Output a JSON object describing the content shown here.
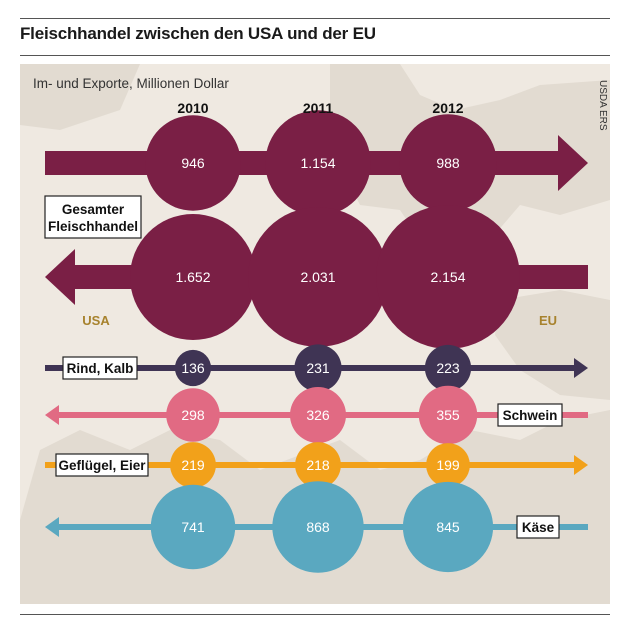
{
  "title": "Fleischhandel zwischen den USA und der EU",
  "subtitle": "Im- und Exporte, Millionen Dollar",
  "source": "USDA ERS",
  "colors": {
    "gesamt": "#7a1f45",
    "rind": "#3f3454",
    "schwein": "#e16a83",
    "gefluegel": "#f2a11a",
    "kaese": "#5aa8c0",
    "region_label": "#a7822d"
  },
  "chart_data": {
    "type": "bubble",
    "title": "Fleischhandel zwischen den USA und der EU",
    "subtitle": "Im- und Exporte, Millionen Dollar",
    "unit": "Millionen Dollar",
    "years": [
      "2010",
      "2011",
      "2012"
    ],
    "origin_label": "USA",
    "destination_label": "EU",
    "rows": [
      {
        "key": "gesamt_export",
        "direction": "USA→EU",
        "label": "",
        "color_key": "gesamt",
        "values": [
          946,
          1154,
          988
        ],
        "value_labels": [
          "946",
          "1.154",
          "988"
        ]
      },
      {
        "key": "gesamt_import",
        "direction": "EU→USA",
        "label": "Gesamter Fleischhandel",
        "color_key": "gesamt",
        "values": [
          1652,
          2031,
          2154
        ],
        "value_labels": [
          "1.652",
          "2.031",
          "2.154"
        ]
      },
      {
        "key": "rind",
        "direction": "USA→EU",
        "label": "Rind, Kalb",
        "color_key": "rind",
        "values": [
          136,
          231,
          223
        ],
        "value_labels": [
          "136",
          "231",
          "223"
        ]
      },
      {
        "key": "schwein",
        "direction": "EU→USA",
        "label": "Schwein",
        "color_key": "schwein",
        "values": [
          298,
          326,
          355
        ],
        "value_labels": [
          "298",
          "326",
          "355"
        ]
      },
      {
        "key": "gefluegel",
        "direction": "USA→EU",
        "label": "Geflügel, Eier",
        "color_key": "gefluegel",
        "values": [
          219,
          218,
          199
        ],
        "value_labels": [
          "219",
          "218",
          "199"
        ]
      },
      {
        "key": "kaese",
        "direction": "EU→USA",
        "label": "Käse",
        "color_key": "kaese",
        "values": [
          741,
          868,
          845
        ],
        "value_labels": [
          "741",
          "868",
          "845"
        ]
      }
    ]
  }
}
